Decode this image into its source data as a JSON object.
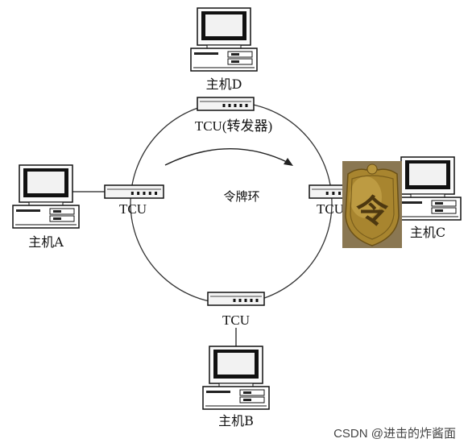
{
  "hosts": {
    "d": "主机D",
    "a": "主机A",
    "b": "主机B",
    "c": "主机C"
  },
  "tcu": {
    "top": "TCU(转发器)",
    "left": "TCU",
    "right": "TCU",
    "bottom": "TCU"
  },
  "ring_label": "令牌环",
  "token": {
    "char": "令",
    "color": "#a9862f"
  },
  "watermark": "CSDN @进击的炸酱面",
  "colors": {
    "ring": "#333333",
    "ink": "#111111"
  }
}
